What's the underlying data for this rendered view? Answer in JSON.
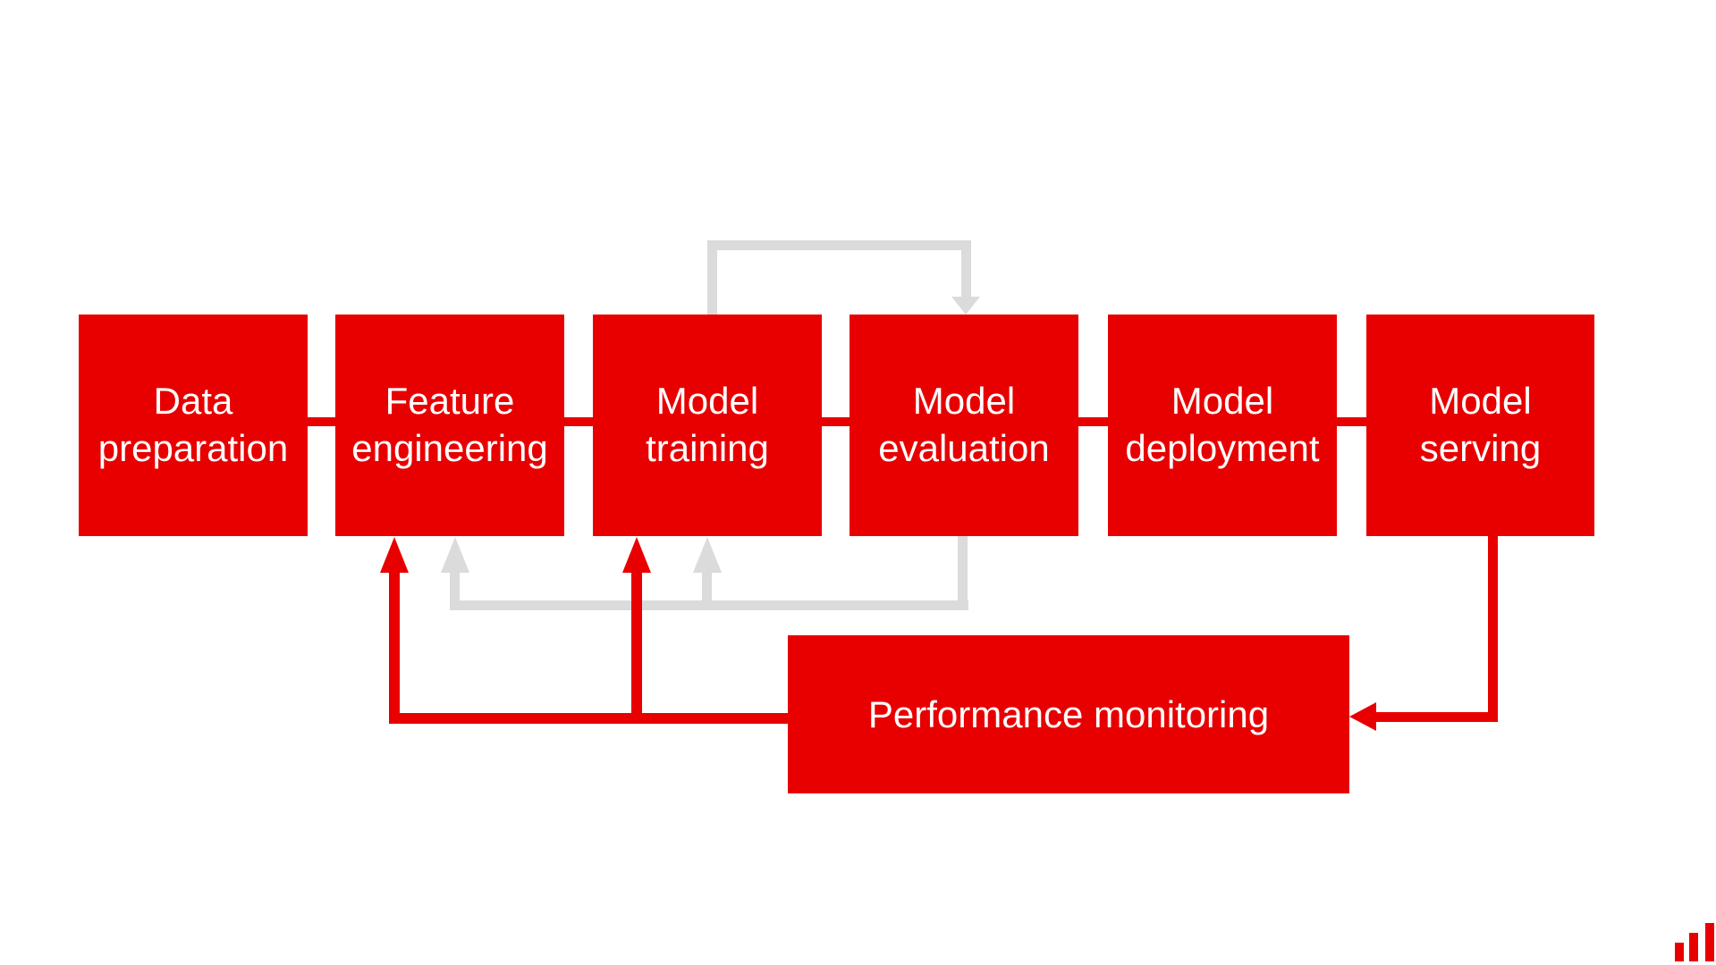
{
  "slide": {
    "background": "#ffffff",
    "pipeline": {
      "boxes": [
        {
          "id": "data-preparation",
          "label": "Data preparation"
        },
        {
          "id": "feature-engineering",
          "label": "Feature engineering"
        },
        {
          "id": "model-training",
          "label": "Model training"
        },
        {
          "id": "model-evaluation",
          "label": "Model evaluation"
        },
        {
          "id": "model-deployment",
          "label": "Model deployment"
        },
        {
          "id": "model-serving",
          "label": "Model serving"
        }
      ],
      "monitoring_box": {
        "id": "performance-monitoring",
        "label": "Performance monitoring"
      }
    },
    "edges": [
      {
        "from": "Data preparation",
        "to": "Feature engineering",
        "type": "sequence-connector",
        "color": "red"
      },
      {
        "from": "Feature engineering",
        "to": "Model training",
        "type": "sequence-connector",
        "color": "red"
      },
      {
        "from": "Model training",
        "to": "Model evaluation",
        "type": "sequence-connector",
        "color": "red"
      },
      {
        "from": "Model evaluation",
        "to": "Model deployment",
        "type": "sequence-connector",
        "color": "red"
      },
      {
        "from": "Model deployment",
        "to": "Model serving",
        "type": "sequence-connector",
        "color": "red"
      },
      {
        "from": "Model training",
        "to": "Model evaluation",
        "type": "loop-over-top-arrow",
        "color": "gray"
      },
      {
        "from": "Model evaluation",
        "to": "Feature engineering",
        "type": "feedback-arrow-below",
        "color": "gray"
      },
      {
        "from": "Model evaluation",
        "to": "Model training",
        "type": "feedback-arrow-below",
        "color": "gray"
      },
      {
        "from": "Model serving",
        "to": "Performance monitoring",
        "type": "feedback-arrow",
        "color": "red"
      },
      {
        "from": "Performance monitoring",
        "to": "Feature engineering",
        "type": "feedback-arrow",
        "color": "red"
      },
      {
        "from": "Performance monitoring",
        "to": "Model training",
        "type": "feedback-arrow",
        "color": "red"
      }
    ],
    "colors": {
      "box_red": "#e80000",
      "arrow_red": "#e80000",
      "loop_gray": "#dbdbdb",
      "box_text": "#ffffff"
    },
    "logo": {
      "name": "ascending-bar-chart-logo",
      "bars": 3,
      "color": "#e80000"
    }
  }
}
